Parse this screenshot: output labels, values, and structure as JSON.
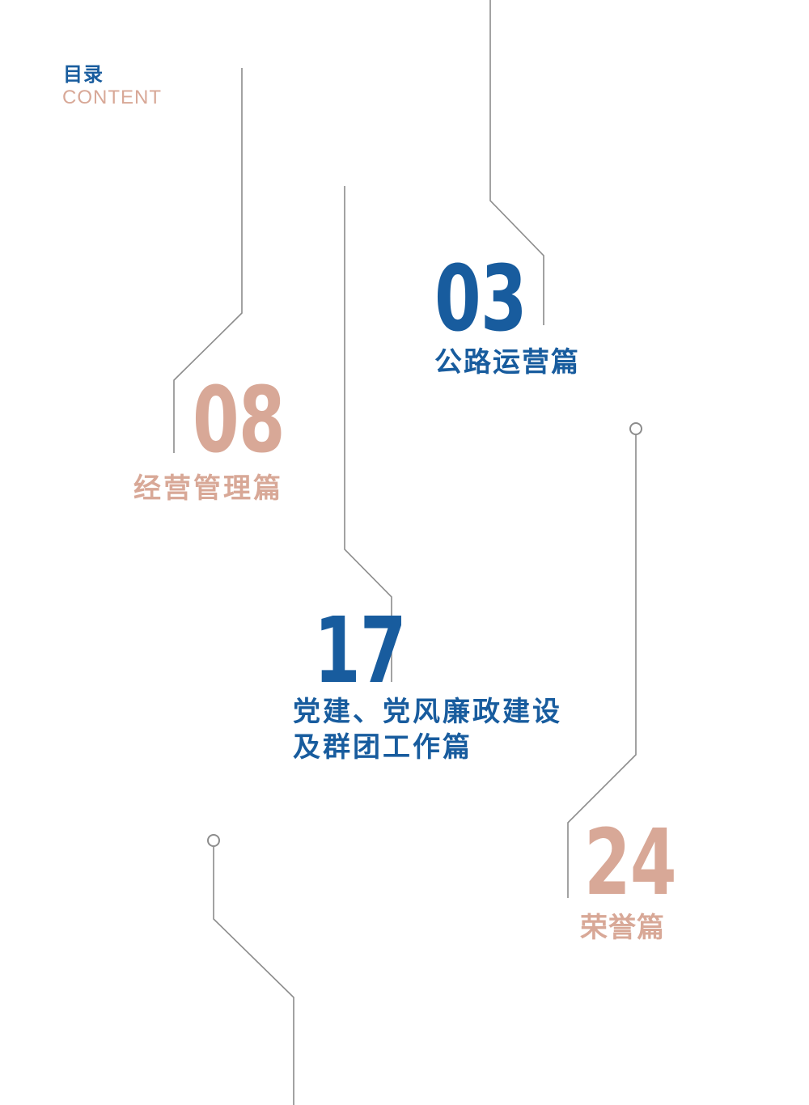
{
  "page_title": "目录",
  "page_subtitle": "CONTENT",
  "toc_items": [
    {
      "number": "03",
      "label": "公路运营篇"
    },
    {
      "number": "08",
      "label": "经营管理篇"
    },
    {
      "number": "17",
      "label_lines": [
        "党建、党风廉政建设",
        "及群团工作篇"
      ]
    },
    {
      "number": "24",
      "label": "荣誉篇"
    }
  ],
  "colors": {
    "accent_blue": "#185C9E",
    "accent_pink": "#D8A897",
    "line_gray": "#8C8C8C"
  }
}
